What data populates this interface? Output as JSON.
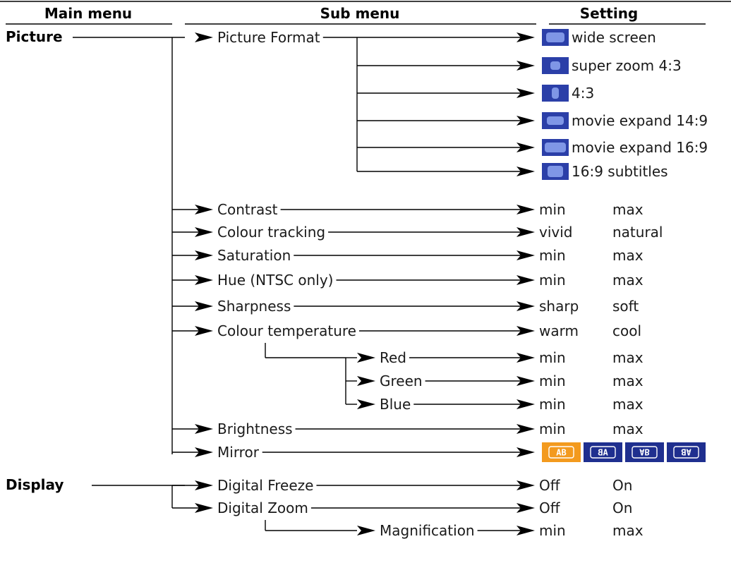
{
  "headers": {
    "main": "Main menu",
    "sub": "Sub menu",
    "setting": "Setting"
  },
  "picture": {
    "label": "Picture",
    "format": {
      "label": "Picture Format",
      "options": [
        {
          "label": "wide screen",
          "icon": "widescreen-format-icon"
        },
        {
          "label": "super zoom 4:3",
          "icon": "super-zoom-format-icon"
        },
        {
          "label": "4:3",
          "icon": "four-three-format-icon"
        },
        {
          "label": "movie expand 14:9",
          "icon": "movie-expand-14-9-icon"
        },
        {
          "label": "movie expand 16:9",
          "icon": "movie-expand-16-9-icon"
        },
        {
          "label": "16:9 subtitles",
          "icon": "subtitles-format-icon"
        }
      ]
    },
    "items": [
      {
        "label": "Contrast",
        "min": "min",
        "max": "max"
      },
      {
        "label": "Colour tracking",
        "min": "vivid",
        "max": "natural"
      },
      {
        "label": "Saturation",
        "min": "min",
        "max": "max"
      },
      {
        "label": "Hue (NTSC only)",
        "min": "min",
        "max": "max"
      },
      {
        "label": "Sharpness",
        "min": "sharp",
        "max": "soft"
      },
      {
        "label": "Colour temperature",
        "min": "warm",
        "max": "cool"
      }
    ],
    "colour_channels": [
      {
        "label": "Red",
        "min": "min",
        "max": "max"
      },
      {
        "label": "Green",
        "min": "min",
        "max": "max"
      },
      {
        "label": "Blue",
        "min": "min",
        "max": "max"
      }
    ],
    "brightness": {
      "label": "Brightness",
      "min": "min",
      "max": "max"
    },
    "mirror": {
      "label": "Mirror",
      "options": [
        "AB",
        "AB",
        "AB",
        "AB"
      ],
      "selected_color": "#f39a1e",
      "button_color": "#1f2f8f"
    }
  },
  "display": {
    "label": "Display",
    "items": [
      {
        "label": "Digital Freeze",
        "min": "Off",
        "max": "On"
      },
      {
        "label": "Digital Zoom",
        "min": "Off",
        "max": "On"
      }
    ],
    "magnification": {
      "label": "Magnification",
      "min": "min",
      "max": "max"
    }
  },
  "colors": {
    "icon_bg": "#2b3fa8",
    "icon_screen": "#7f96e6"
  }
}
